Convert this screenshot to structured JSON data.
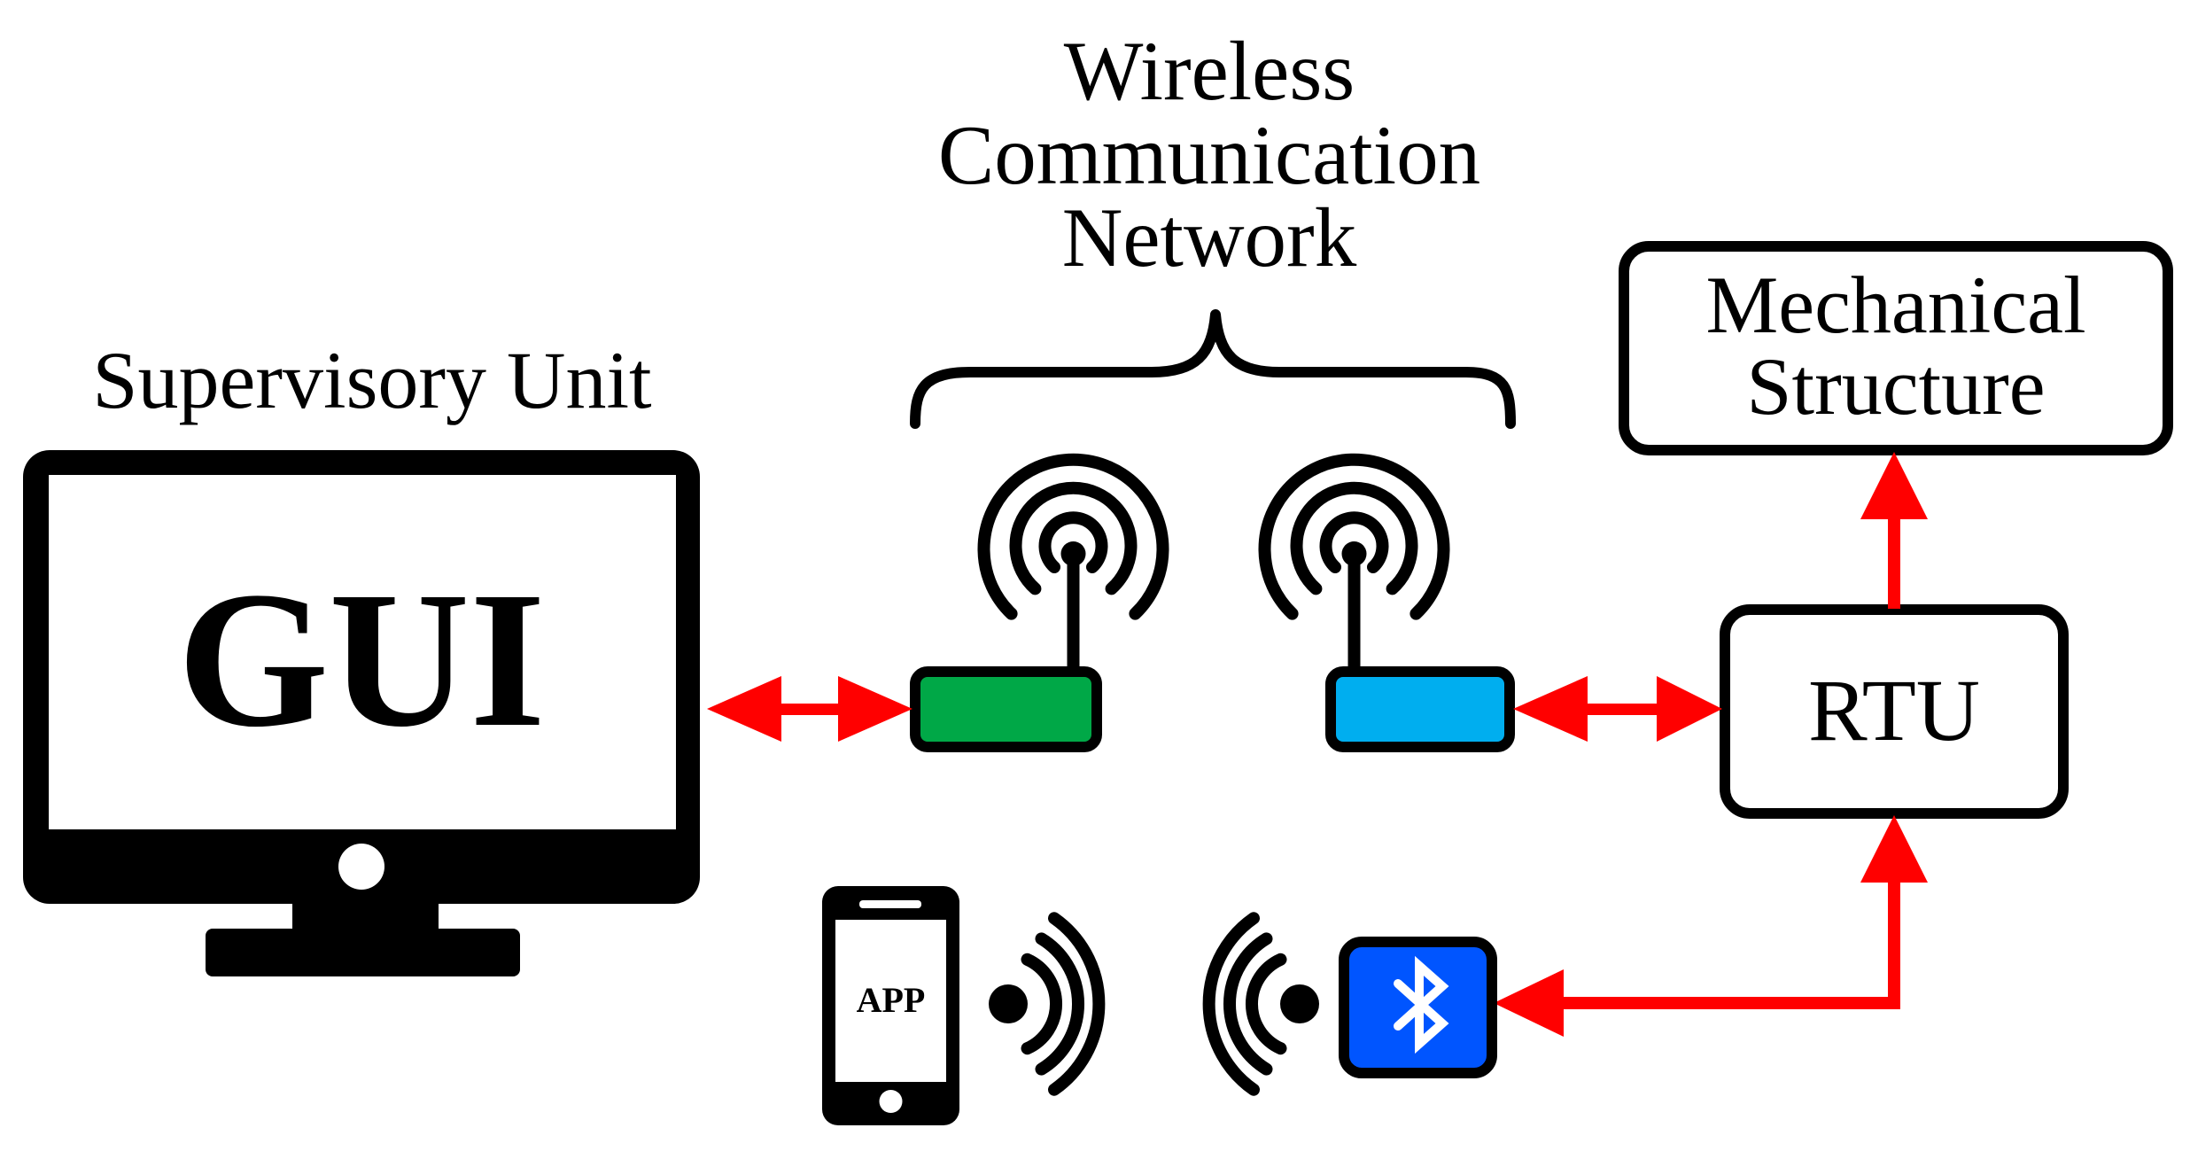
{
  "network_title": {
    "line1": "Wireless",
    "line2": "Communication",
    "line3": "Network"
  },
  "supervisory": {
    "title": "Supervisory Unit",
    "screen_label": "GUI"
  },
  "mechanical": {
    "line1": "Mechanical",
    "line2": "Structure"
  },
  "rtu": {
    "label": "RTU"
  },
  "phone": {
    "label": "APP"
  },
  "colors": {
    "arrow": "#ff0000",
    "router_left": "#00a847",
    "router_right": "#00aeef",
    "bluetooth": "#0055ff",
    "outline": "#000000"
  },
  "icons": [
    "monitor-icon",
    "wifi-antenna-icon",
    "smartphone-icon",
    "signal-waves-icon",
    "bluetooth-icon",
    "curly-brace"
  ]
}
